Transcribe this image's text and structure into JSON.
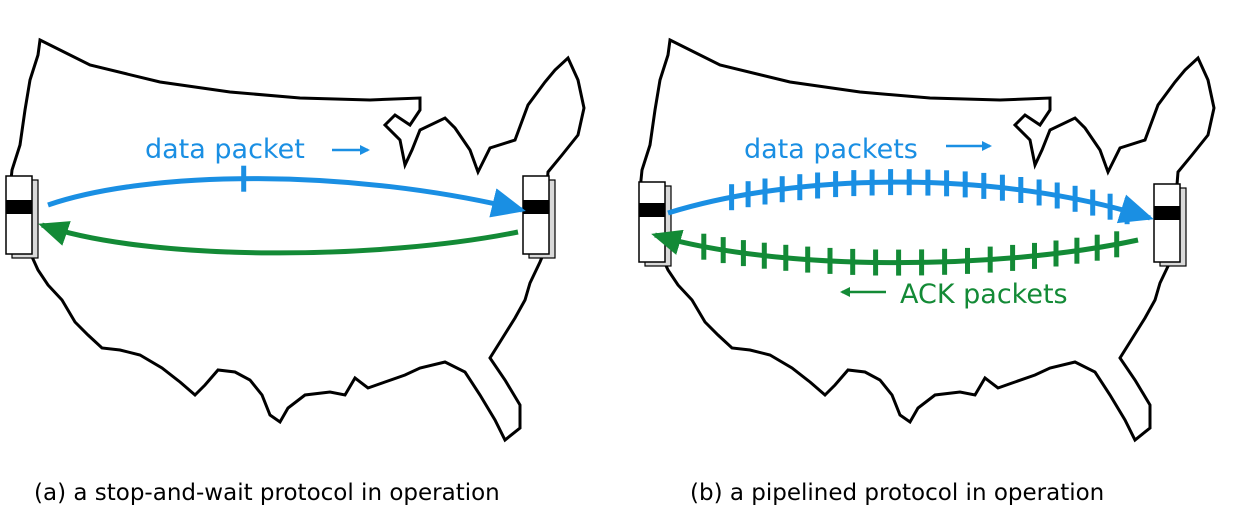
{
  "colors": {
    "data": "#1a8fe3",
    "ack": "#138a36"
  },
  "panels": [
    {
      "id": "a",
      "label_data": "data packet",
      "caption": "(a) a stop-and-wait protocol in operation",
      "data_packet_count": 1,
      "ack_packet_count": 0
    },
    {
      "id": "b",
      "label_data": "data packets",
      "label_ack": "ACK packets",
      "caption": "(b) a pipelined protocol in operation",
      "data_packet_count": 23,
      "ack_packet_count": 20
    }
  ]
}
